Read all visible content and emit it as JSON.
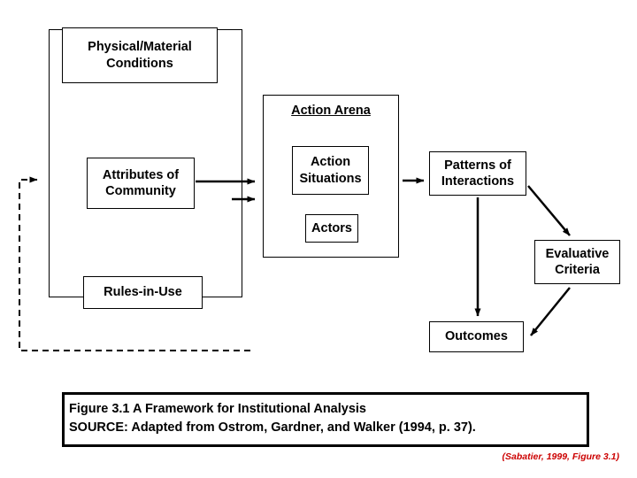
{
  "figure": {
    "exogenous_group_label": "",
    "nodes": {
      "physical": "Physical/Material\nConditions",
      "attributes": "Attributes of\nCommunity",
      "rules": "Rules-in-Use",
      "action_arena": "Action Arena",
      "action_situations": "Action\nSituations",
      "actors": "Actors",
      "patterns": "Patterns of\nInteractions",
      "evaluative": "Evaluative\nCriteria",
      "outcomes": "Outcomes"
    },
    "caption_line1": "Figure 3.1  A Framework for Institutional Analysis",
    "caption_line2": "SOURCE: Adapted from Ostrom, Gardner, and Walker (1994, p. 37).",
    "source_note": "(Sabatier, 1999, Figure 3.1)",
    "colors": {
      "stroke": "#000000",
      "background": "#ffffff",
      "source_note": "#cc0000"
    }
  }
}
